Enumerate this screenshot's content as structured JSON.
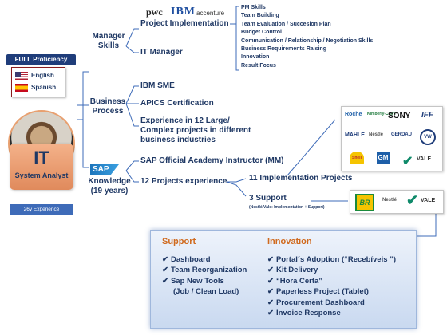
{
  "profile": {
    "proficiency": "FULL Proficiency",
    "languages": [
      "English",
      "Spanish"
    ],
    "role_title": "IT",
    "role_subtitle": "System Analyst",
    "experience": "26y Experience"
  },
  "branches": {
    "manager": "Manager Skills",
    "business": "Business Process",
    "sap_knowledge": "Knowledge (19 years)"
  },
  "logos": {
    "consulting": [
      "pwc",
      "IBM",
      "accenture"
    ],
    "sap": "SAP"
  },
  "manager_items": {
    "project_impl": "Project  Implementation",
    "it_manager": "IT Manager"
  },
  "pm_skills": [
    "PM Skills",
    "Team Building",
    "Team Evaluation  / Succesion  Plan",
    "Budget Control",
    "Communication / Relationship / Negotiation Skills",
    "Business Requirements  Raising",
    "Innovation",
    "Result Focus"
  ],
  "business_items": {
    "ibm_sme": "IBM SME",
    "apics": "APICS Certification",
    "experience": "Experience in 12 Large/ Complex projects in different business industries"
  },
  "sap_items": {
    "instructor": "SAP Official Academy Instructor (MM)",
    "projects": "12 Projects experience",
    "implementations": "11 Implementation Projects",
    "support": "3 Support",
    "support_note": "(Nestlé/Vale: Implementation + Support)"
  },
  "clients": [
    "Roche",
    "Kimberly-Clark",
    "SONY",
    "IFF",
    "MAHLE",
    "Nestlé",
    "GERDAU",
    "VW",
    "Shell",
    "GM",
    "VALE"
  ],
  "support_clients": [
    "BR",
    "Nestlé",
    "VALE"
  ],
  "panel": {
    "support_title": "Support",
    "support_items": [
      "Dashboard",
      "Team Reorganization",
      "Sap New Tools",
      "(Job / Clean Load)"
    ],
    "innovation_title": "Innovation",
    "innovation_items": [
      "Portal´s Adoption (“Recebíveis ”)",
      "Kit Delivery",
      "“Hora Certa”",
      "Paperless Project  (Tablet)",
      "Procurement Dashboard",
      "Invoice Response"
    ]
  },
  "colors": {
    "navy": "#1f3864",
    "orange": "#d06a1e",
    "connector": "#3e6bb8"
  }
}
